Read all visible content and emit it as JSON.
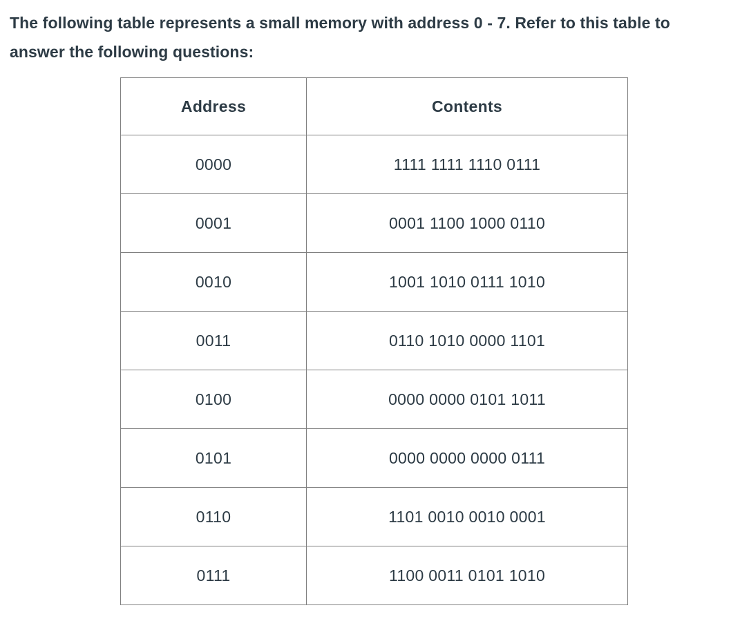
{
  "page": {
    "intro_text": "The following table represents a small memory with address 0 - 7. Refer to this table to answer the following questions:"
  },
  "table": {
    "columns": [
      "Address",
      "Contents"
    ],
    "rows": [
      {
        "address": "0000",
        "contents": "1111 1111 1110 0111"
      },
      {
        "address": "0001",
        "contents": "0001 1100 1000 0110"
      },
      {
        "address": "0010",
        "contents": "1001 1010 0111 1010"
      },
      {
        "address": "0011",
        "contents": "0110 1010 0000 1101"
      },
      {
        "address": "0100",
        "contents": "0000 0000 0101 1011"
      },
      {
        "address": "0101",
        "contents": "0000 0000 0000 0111"
      },
      {
        "address": "0110",
        "contents": "1101 0010 0010 0001"
      },
      {
        "address": "0111",
        "contents": "1100 0011 0101 1010"
      }
    ]
  },
  "colors": {
    "text": "#2d3b45",
    "table_border": "#808080",
    "background": "#ffffff"
  }
}
